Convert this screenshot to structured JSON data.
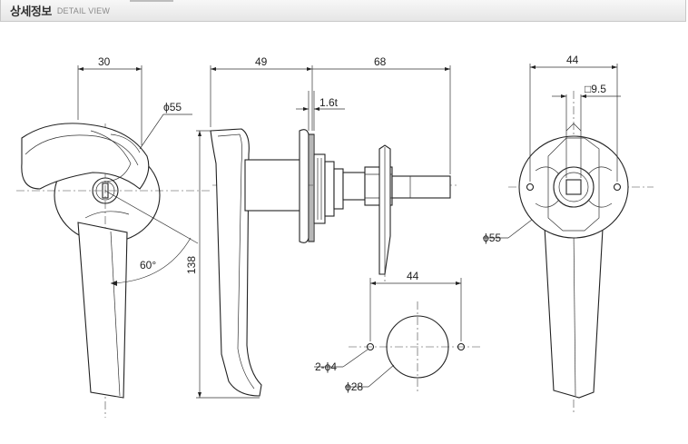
{
  "header": {
    "title": "상세정보",
    "subtitle": "DETAIL VIEW"
  },
  "dimensions": {
    "front_width": "30",
    "front_diameter": "ϕ55",
    "angle": "60°",
    "side_length": "49",
    "side_shaft": "68",
    "side_thickness": "1.6t",
    "side_height": "138",
    "rear_width": "44",
    "rear_square": "□9.5",
    "rear_diameter": "ϕ55",
    "cutout_span": "44",
    "cutout_holes": "2-ϕ4",
    "cutout_diameter": "ϕ28"
  }
}
